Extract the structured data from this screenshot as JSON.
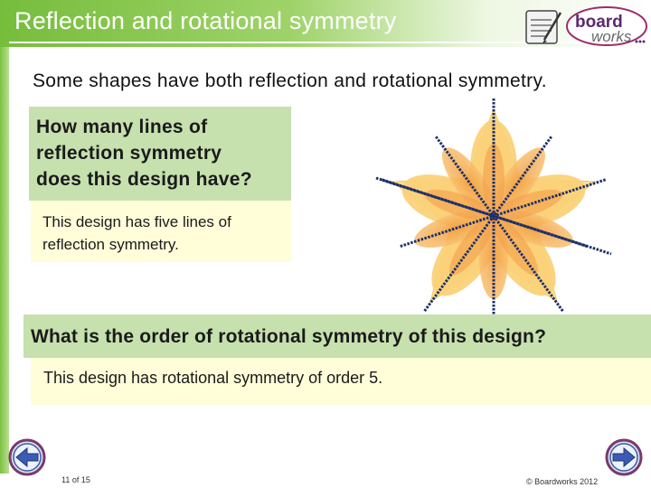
{
  "header": {
    "title": "Reflection and rotational symmetry",
    "logo_text_top": "board",
    "logo_text_bottom": "works"
  },
  "intro": "Some shapes have both reflection and rotational symmetry.",
  "question1": {
    "lines": [
      "How many lines of",
      "reflection symmetry",
      "does this design have?"
    ],
    "answer_lines": [
      "This design has five lines of",
      "reflection symmetry."
    ]
  },
  "question2": {
    "text": "What is the order of rotational symmetry of this design?",
    "answer": "This design has rotational symmetry of order 5."
  },
  "footer": {
    "page": "11 of 15",
    "copyright": "© Boardworks 2012"
  },
  "colors": {
    "title_green": "#76bd3c",
    "question_bg": "#c6e0ae",
    "answer_bg": "#fffed9",
    "star_outer": "#fde08a",
    "petal": "#f8b860"
  },
  "icons": {
    "prev": "arrow-left-icon",
    "next": "arrow-right-icon"
  }
}
